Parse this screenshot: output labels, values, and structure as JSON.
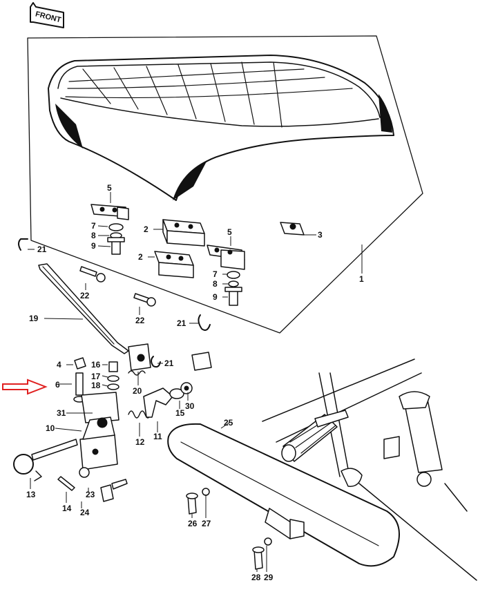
{
  "badge": {
    "text": "FRONT"
  },
  "accent": {
    "arrow_color": "#e02020"
  },
  "labels": [
    "1",
    "2",
    "2",
    "3",
    "4",
    "5",
    "5",
    "6",
    "7",
    "7",
    "8",
    "8",
    "9",
    "9",
    "10",
    "11",
    "12",
    "13",
    "14",
    "15",
    "16",
    "17",
    "18",
    "19",
    "20",
    "21",
    "21",
    "21",
    "22",
    "22",
    "23",
    "24",
    "25",
    "26",
    "27",
    "28",
    "29",
    "30",
    "31"
  ]
}
